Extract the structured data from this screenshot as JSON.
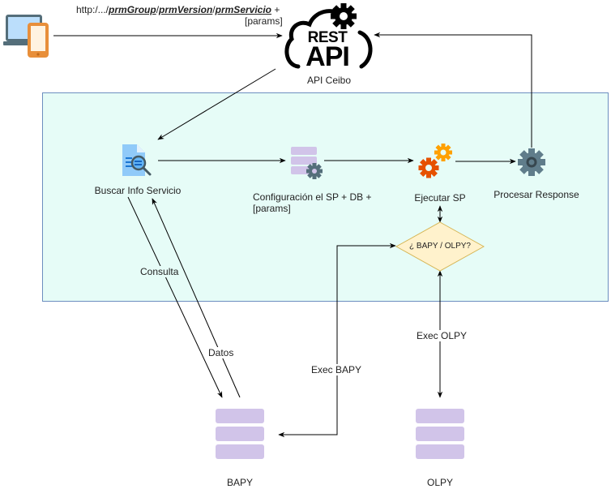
{
  "diagram": {
    "client": {
      "icon": "laptop-phone-icon"
    },
    "request_label": {
      "prefix": "http:/.../",
      "group": "prmGroup",
      "sep1": "/",
      "version": "prmVersion",
      "sep2": "/",
      "service": "prmServicio",
      "suffix": " +",
      "line2": "[params]"
    },
    "api": {
      "icon": "rest-api-cloud-icon",
      "icon_text_top": "REST",
      "icon_text_bottom": "API",
      "label": "API Ceibo"
    },
    "nodes": {
      "buscar": {
        "icon": "document-search-icon",
        "label": "Buscar Info Servicio"
      },
      "config": {
        "icon": "database-gear-icon",
        "label_line1": "Configuración el SP + DB +",
        "label_line2": "[params]"
      },
      "ejecutar": {
        "icon": "gears-icon",
        "label": "Ejecutar SP"
      },
      "procesar": {
        "icon": "gear-icon",
        "label": "Procesar Response"
      },
      "decision": {
        "label": "¿ BAPY / OLPY?"
      },
      "bapy": {
        "icon": "database-icon",
        "label": "BAPY"
      },
      "olpy": {
        "icon": "database-icon",
        "label": "OLPY"
      }
    },
    "edges": {
      "consulta": "Consulta",
      "datos": "Datos",
      "exec_bapy": "Exec BAPY",
      "exec_olpy": "Exec OLPY"
    },
    "colors": {
      "container_fill": "#e6fcf7",
      "container_stroke": "#6c8ebf",
      "decision_fill": "#fff2cc",
      "decision_stroke": "#d6b656",
      "db_purple": "#d1c4e9",
      "gear_gray": "#607d8b",
      "gear_orange": "#ff9800",
      "gear_red": "#e65100"
    }
  }
}
